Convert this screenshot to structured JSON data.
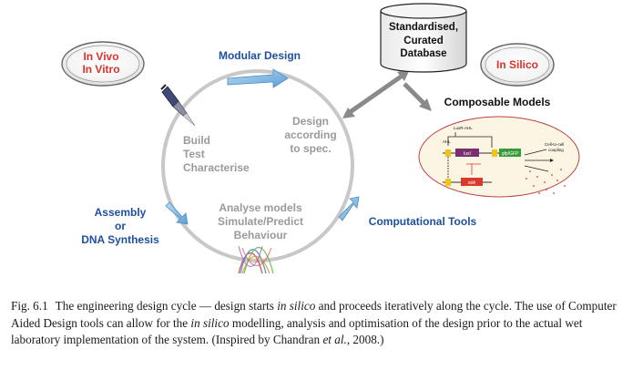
{
  "labels": {
    "in_vivo": [
      "In Vivo",
      "In Vitro"
    ],
    "in_silico": "In Silico",
    "database": [
      "Standardised,",
      "Curated",
      "Database"
    ],
    "modular_design": "Modular Design",
    "composable_models": "Composable Models",
    "computational_tools": "Computational Tools",
    "assembly": [
      "Assembly",
      "or",
      "DNA Synthesis"
    ],
    "build": [
      "Build",
      "Test",
      "Characterise"
    ],
    "design_spec": [
      "Design",
      "according",
      "to spec."
    ],
    "analyse": [
      "Analyse models",
      "Simulate/Predict",
      "Behaviour"
    ]
  },
  "model": {
    "luxr_ahl": "LuxR-AHL",
    "ahl": "AHL",
    "luxi": "luxI",
    "gfp": "gfp/GFP",
    "aiia": "aiiA",
    "coupling": [
      "Cell-to-cell",
      "coupling"
    ]
  },
  "colors": {
    "blue_label": "#1f4fa0",
    "red_label": "#d9342b",
    "cycle_grey": "#c8c8c8",
    "arrow_blue": "#8cc0e8",
    "arrow_grey": "#8a8a8a"
  },
  "caption": {
    "fig_no": "Fig. 6.1",
    "t1": "The engineering design cycle — design starts ",
    "i1": "in silico",
    "t2": " and proceeds iteratively along the cycle. The use of Computer Aided Design tools can allow for the ",
    "i2": "in silico",
    "t3": " modelling, analysis and optimisation of the design prior to the actual wet laboratory implementation of the system. (Inspired by Chandran ",
    "i3": "et al.",
    "t4": ", 2008.)"
  }
}
